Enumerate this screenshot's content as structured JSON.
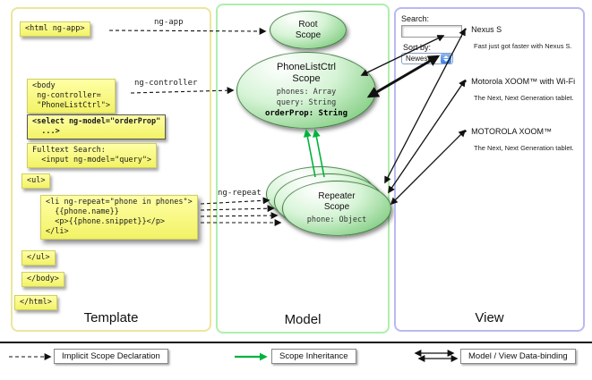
{
  "panels": {
    "template_label": "Template",
    "model_label": "Model",
    "view_label": "View"
  },
  "template_code": {
    "html_open": "<html ng-app>",
    "body_open": "<body\n ng-controller=\n \"PhoneListCtrl\">",
    "select_orderprop": "<select ng-model=\"orderProp\"\n  ...>",
    "fulltext_search": "Fulltext Search:\n  <input ng-model=\"query\">",
    "ul_open": "<ul>",
    "li_repeat": "<li ng-repeat=\"phone in phones\">\n  {{phone.name}}\n  <p>{{phone.snippet}}</p>\n</li>",
    "ul_close": "</ul>",
    "body_close": "</body>",
    "html_close": "</html>"
  },
  "arrow_labels": {
    "ng_app": "ng-app",
    "ng_controller": "ng-controller",
    "ng_repeat": "ng-repeat"
  },
  "scopes": {
    "root": {
      "title": "Root\nScope"
    },
    "phonelist": {
      "title": "PhoneListCtrl\nScope",
      "prop_phones": "phones: Array",
      "prop_query": "query: String",
      "prop_orderprop": "orderProp: String"
    },
    "repeater": {
      "title": "Repeater\nScope",
      "prop_phone": "phone: Object"
    }
  },
  "view": {
    "search_label": "Search:",
    "sort_label": "Sort by:",
    "sort_value": "Newest",
    "items": [
      {
        "name": "Nexus S",
        "snippet": "Fast just got faster with Nexus S."
      },
      {
        "name": "Motorola XOOM™ with Wi-Fi",
        "snippet": "The Next, Next Generation tablet."
      },
      {
        "name": "MOTOROLA XOOM™",
        "snippet": "The Next, Next Generation tablet."
      }
    ]
  },
  "legend": {
    "implicit_label": "Implicit Scope Declaration",
    "inheritance_label": "Scope Inheritance",
    "databinding_label": "Model / View Data-binding"
  },
  "colors": {
    "scope_green": "#7ecb7e",
    "code_yellow": "#ffff88",
    "inheritance_green": "#00b33c",
    "template_border": "#ece69b",
    "model_border": "#aeefae",
    "view_border": "#b9b9f2"
  }
}
